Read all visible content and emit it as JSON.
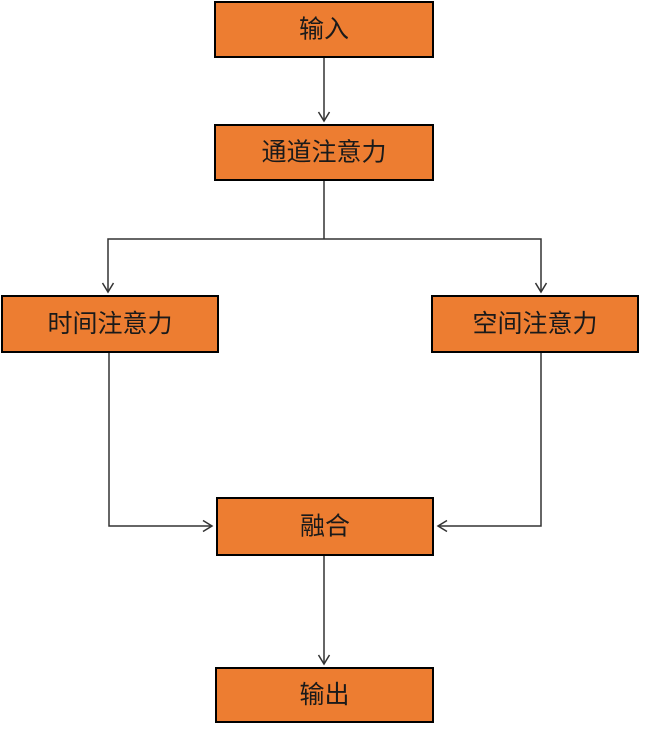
{
  "diagram": {
    "type": "flowchart",
    "direction": "top-down",
    "nodes": [
      {
        "id": "input",
        "label": "输入"
      },
      {
        "id": "channel-attention",
        "label": "通道注意力"
      },
      {
        "id": "temporal-attention",
        "label": "时间注意力"
      },
      {
        "id": "spatial-attention",
        "label": "空间注意力"
      },
      {
        "id": "fusion",
        "label": "融合"
      },
      {
        "id": "output",
        "label": "输出"
      }
    ],
    "edges": [
      {
        "from": "input",
        "to": "channel-attention"
      },
      {
        "from": "channel-attention",
        "to": "temporal-attention"
      },
      {
        "from": "channel-attention",
        "to": "spatial-attention"
      },
      {
        "from": "temporal-attention",
        "to": "fusion"
      },
      {
        "from": "spatial-attention",
        "to": "fusion"
      },
      {
        "from": "fusion",
        "to": "output"
      }
    ]
  },
  "colors": {
    "node_fill": "#ED7D31",
    "node_border": "#000000",
    "node_text": "#1A1A1A",
    "edge_line": "#333333",
    "background": "#FFFFFF"
  }
}
